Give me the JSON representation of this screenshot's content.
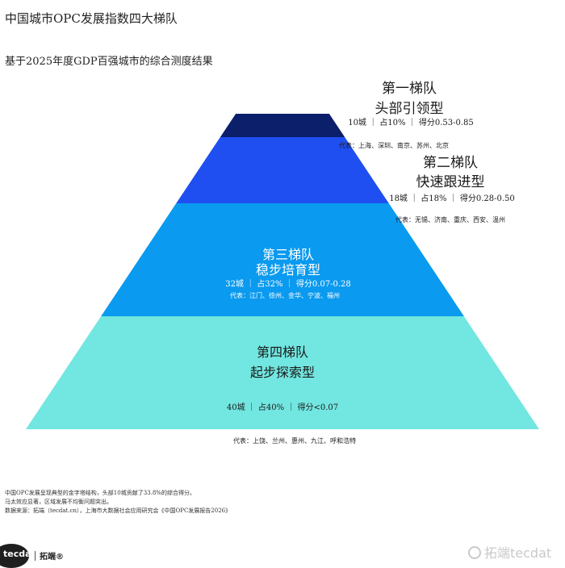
{
  "title": "中国城市OPC发展指数四大梯队",
  "subtitle": "基于2025年度GDP百强城市的综合测度结果",
  "chart_data": {
    "type": "pyramid",
    "tiers": [
      {
        "name": "第一梯队",
        "label": "头部引领型",
        "cities": 10,
        "share": 10,
        "stats": "10城 ｜ 占10% ｜ 得分0.53-0.85",
        "rep": "代表：上海、深圳、南京、苏州、北京",
        "color": "#0b1f6b"
      },
      {
        "name": "第二梯队",
        "label": "快速跟进型",
        "cities": 18,
        "share": 18,
        "stats": "18城 ｜ 占18% ｜ 得分0.28-0.50",
        "rep": "代表：无锡、济南、重庆、西安、温州",
        "color": "#1f4ff0"
      },
      {
        "name": "第三梯队",
        "label": "稳步培育型",
        "cities": 32,
        "share": 32,
        "stats": "32城 ｜ 占32% ｜ 得分0.07-0.28",
        "rep": "代表：江门、徐州、金华、宁波、福州",
        "color": "#0a9aef"
      },
      {
        "name": "第四梯队",
        "label": "起步探索型",
        "cities": 40,
        "share": 40,
        "stats": "40城 ｜ 占40% ｜ 得分<0.07",
        "rep": "代表：上饶、兰州、惠州、九江、呼和浩特",
        "color": "#72e6e0"
      }
    ]
  },
  "footer": {
    "line1": "中国OPC发展呈现典型的金字塔结构，头部10城贡献了33.8%的综合得分。",
    "line2": "马太效应显著，区域发展不均衡问题突出。",
    "line3": "数据来源：拓端（tecdat.cn），上海市大数据社会应用研究会《中国OPC发展报告2026》"
  },
  "logo": {
    "text": "tecdat",
    "cn": "拓端®"
  },
  "watermark": "拓端tecdat",
  "colors": {
    "tier_text_dark": "#1a1a1a",
    "tier_text_light": "#ffffff"
  }
}
